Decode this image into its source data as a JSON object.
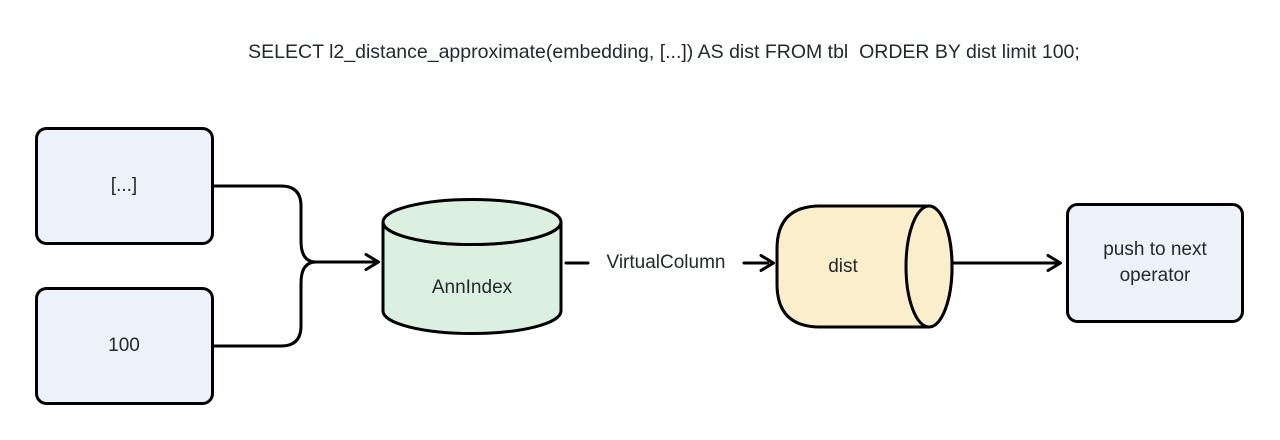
{
  "title": {
    "text": "SELECT l2_distance_approximate(embedding, [...]) AS dist FROM tbl  ORDER BY dist limit 100;"
  },
  "diagram": {
    "nodes": {
      "query_vector": {
        "label": "[...]",
        "fill": "#edf2fa",
        "stroke": "#000000",
        "shape": "rounded-rect"
      },
      "limit": {
        "label": "100",
        "fill": "#edf2fa",
        "stroke": "#000000",
        "shape": "rounded-rect"
      },
      "ann_index": {
        "label": "AnnIndex",
        "fill": "#dbf0de",
        "stroke": "#000000",
        "shape": "cylinder-vertical"
      },
      "dist": {
        "label": "dist",
        "fill": "#fbeecb",
        "stroke": "#000000",
        "shape": "cylinder-horizontal"
      },
      "next_operator": {
        "label": "push to next operator",
        "fill": "#edf2fa",
        "stroke": "#000000",
        "shape": "rounded-rect"
      }
    },
    "edges": {
      "virtual_column_label": "VirtualColumn"
    },
    "colors": {
      "line": "#000000",
      "text": "#24292e",
      "background": "#ffffff"
    }
  }
}
